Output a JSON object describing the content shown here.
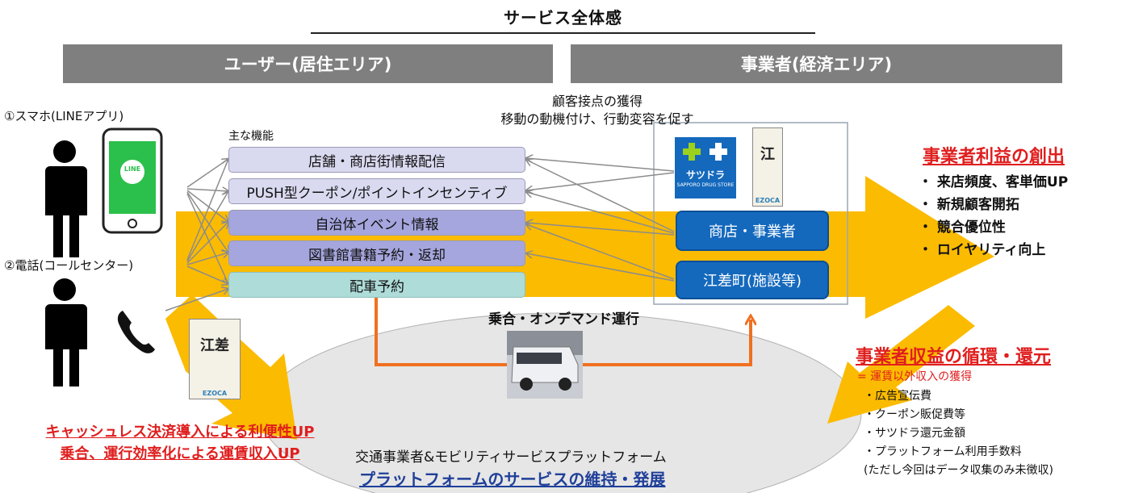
{
  "title": "サービス全体感",
  "headers": {
    "user": "ユーザー(居住エリア)",
    "business": "事業者(経済エリア)"
  },
  "center_caption": {
    "line1": "顧客接点の獲得",
    "line2": "移動の動機付け、行動変容を促す"
  },
  "left": {
    "smartphone_label": "①スマホ(LINEアプリ)",
    "phone_label": "②電話(コールセンター)",
    "line_logo": "LINE"
  },
  "features": {
    "heading": "主な機能",
    "items": [
      "店舗・商店街情報配信",
      "PUSH型クーポン/ポイントインセンティブ",
      "自治体イベント情報",
      "図書館書籍予約・返却",
      "配車予約"
    ]
  },
  "business_boxes": {
    "shops": "商店・事業者",
    "town": "江差町(施設等)"
  },
  "logos": {
    "satudora": "サツドラ",
    "satudora_sub": "SAPPORO DRUG STORE",
    "ezoca": "EZOCA"
  },
  "ride_label": "乗合・オンデマンド運行",
  "platform": {
    "line1": "交通事業者&モビリティサービスプラットフォーム",
    "line2": "プラットフォームのサービスの維持・発展"
  },
  "user_benefit": {
    "line1": "キャッシュレス決済導入による利便性UP",
    "line2": "乗合、運行効率化による運賃収入UP"
  },
  "profit": {
    "heading": "事業者利益の創出",
    "bullets": [
      "来店頻度、客単価UP",
      "新規顧客開拓",
      "競合優位性",
      "ロイヤリティ向上"
    ]
  },
  "revenue": {
    "heading": "事業者収益の循環・還元",
    "subheading": "= 運賃以外収入の獲得",
    "items": [
      "・広告宣伝費",
      "・クーポン販促費等",
      "・サツドラ還元金額",
      "・プラットフォーム利用手数料"
    ],
    "note": "(ただし今回はデータ収集のみ未徴収)"
  },
  "colors": {
    "arrow": "#fbbb00",
    "red": "#e01e1e",
    "blue": "#1469bd",
    "header": "#7f7f7f",
    "orange": "#f07020"
  }
}
